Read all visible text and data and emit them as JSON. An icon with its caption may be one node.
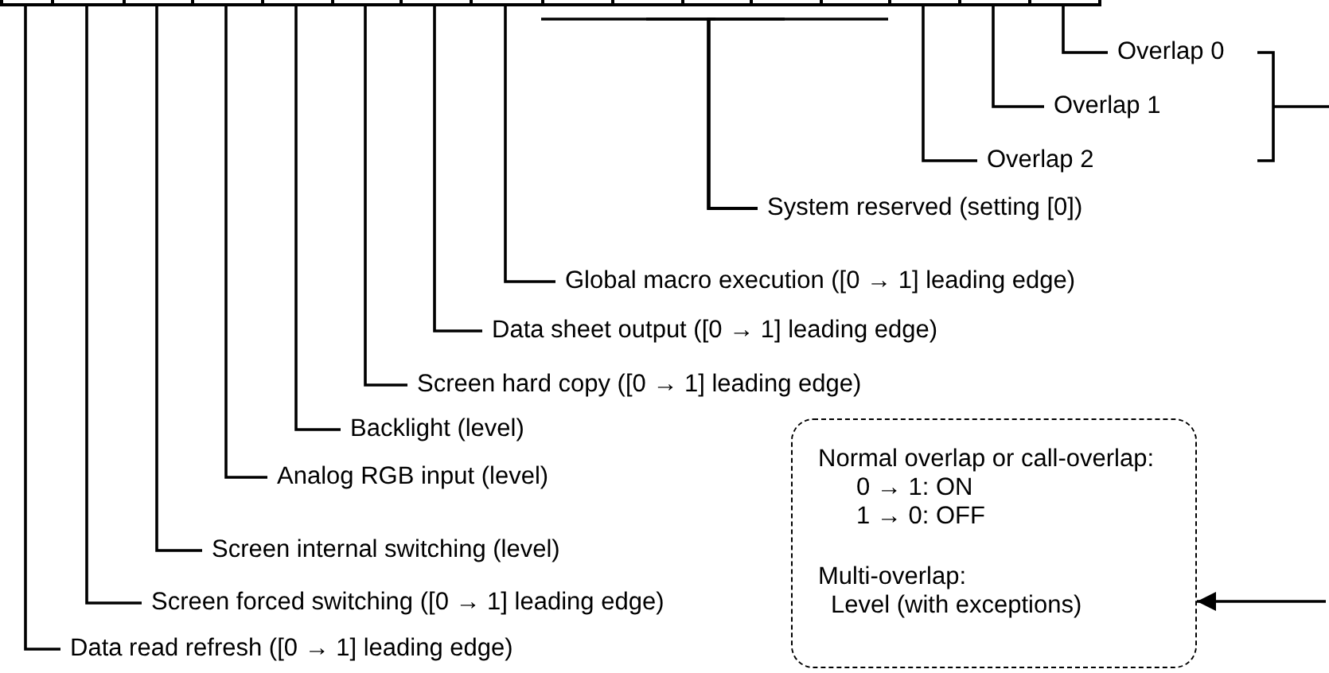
{
  "diagram": {
    "nodes": [
      {
        "text": [],
        "shape": "box"
      },
      {
        "text": [],
        "shape": "box"
      },
      {
        "text": [],
        "shape": "box"
      },
      {
        "text": [],
        "shape": "box"
      },
      {
        "text": [],
        "shape": "box"
      },
      {
        "text": [],
        "shape": "box"
      },
      {
        "text": [],
        "shape": "box"
      },
      {
        "text": [],
        "shape": "box"
      },
      {
        "text": [],
        "shape": "box"
      },
      {
        "text": [],
        "shape": "box"
      },
      {
        "text": [],
        "shape": "box"
      },
      {
        "text": [],
        "shape": "box"
      },
      {
        "text": [],
        "shape": "box"
      },
      {
        "text": [],
        "shape": "box"
      },
      {
        "text": [],
        "shape": "box"
      },
      {
        "text": [],
        "shape": "box"
      },
      {
        "text": [
          "Overlap 0"
        ]
      },
      {
        "text": [
          "Overlap 1"
        ]
      },
      {
        "text": [
          "Overlap 2"
        ]
      },
      {
        "text": [
          "System reserved (setting [0])"
        ]
      },
      {
        "text": [
          "Global macro execution ([0 → 1] leading edge)"
        ]
      },
      {
        "text": [
          "Data sheet output ([0 → 1] leading edge)"
        ]
      },
      {
        "text": [
          "Screen hard copy ([0 → 1] leading edge)"
        ]
      },
      {
        "text": [
          "Backlight (level)"
        ]
      },
      {
        "text": [
          "Analog RGB input (level)"
        ]
      },
      {
        "text": [
          "Screen internal switching (level)"
        ]
      },
      {
        "text": [
          "Screen forced switching ([0 → 1] leading edge)"
        ]
      },
      {
        "text": [
          "Data read refresh ([0 → 1] leading edge)"
        ]
      },
      {
        "text": [
          "Normal overlap or call-overlap:",
          "0 → 1: ON",
          "1 → 0: OFF",
          "Multi-overlap:",
          "Level (with exceptions)"
        ]
      }
    ],
    "edges": [
      {
        "from": 15,
        "to": 16,
        "arrow": "none"
      },
      {
        "from": 14,
        "to": 17,
        "arrow": "none"
      },
      {
        "from": 13,
        "to": 18,
        "arrow": "none"
      },
      {
        "from": 8,
        "to": 19,
        "arrow": "none"
      },
      {
        "from": 9,
        "to": 19,
        "arrow": "none"
      },
      {
        "from": 10,
        "to": 19,
        "arrow": "none"
      },
      {
        "from": 11,
        "to": 19,
        "arrow": "none"
      },
      {
        "from": 12,
        "to": 19,
        "arrow": "none"
      },
      {
        "from": 7,
        "to": 20,
        "arrow": "none"
      },
      {
        "from": 6,
        "to": 21,
        "arrow": "none"
      },
      {
        "from": 5,
        "to": 22,
        "arrow": "none"
      },
      {
        "from": 4,
        "to": 23,
        "arrow": "none"
      },
      {
        "from": 3,
        "to": 24,
        "arrow": "none"
      },
      {
        "from": 2,
        "to": 25,
        "arrow": "none"
      },
      {
        "from": 1,
        "to": 26,
        "arrow": "none"
      },
      {
        "from": 0,
        "to": 27,
        "arrow": "none"
      },
      {
        "from": null,
        "to": 28,
        "arrow": "to"
      }
    ]
  }
}
